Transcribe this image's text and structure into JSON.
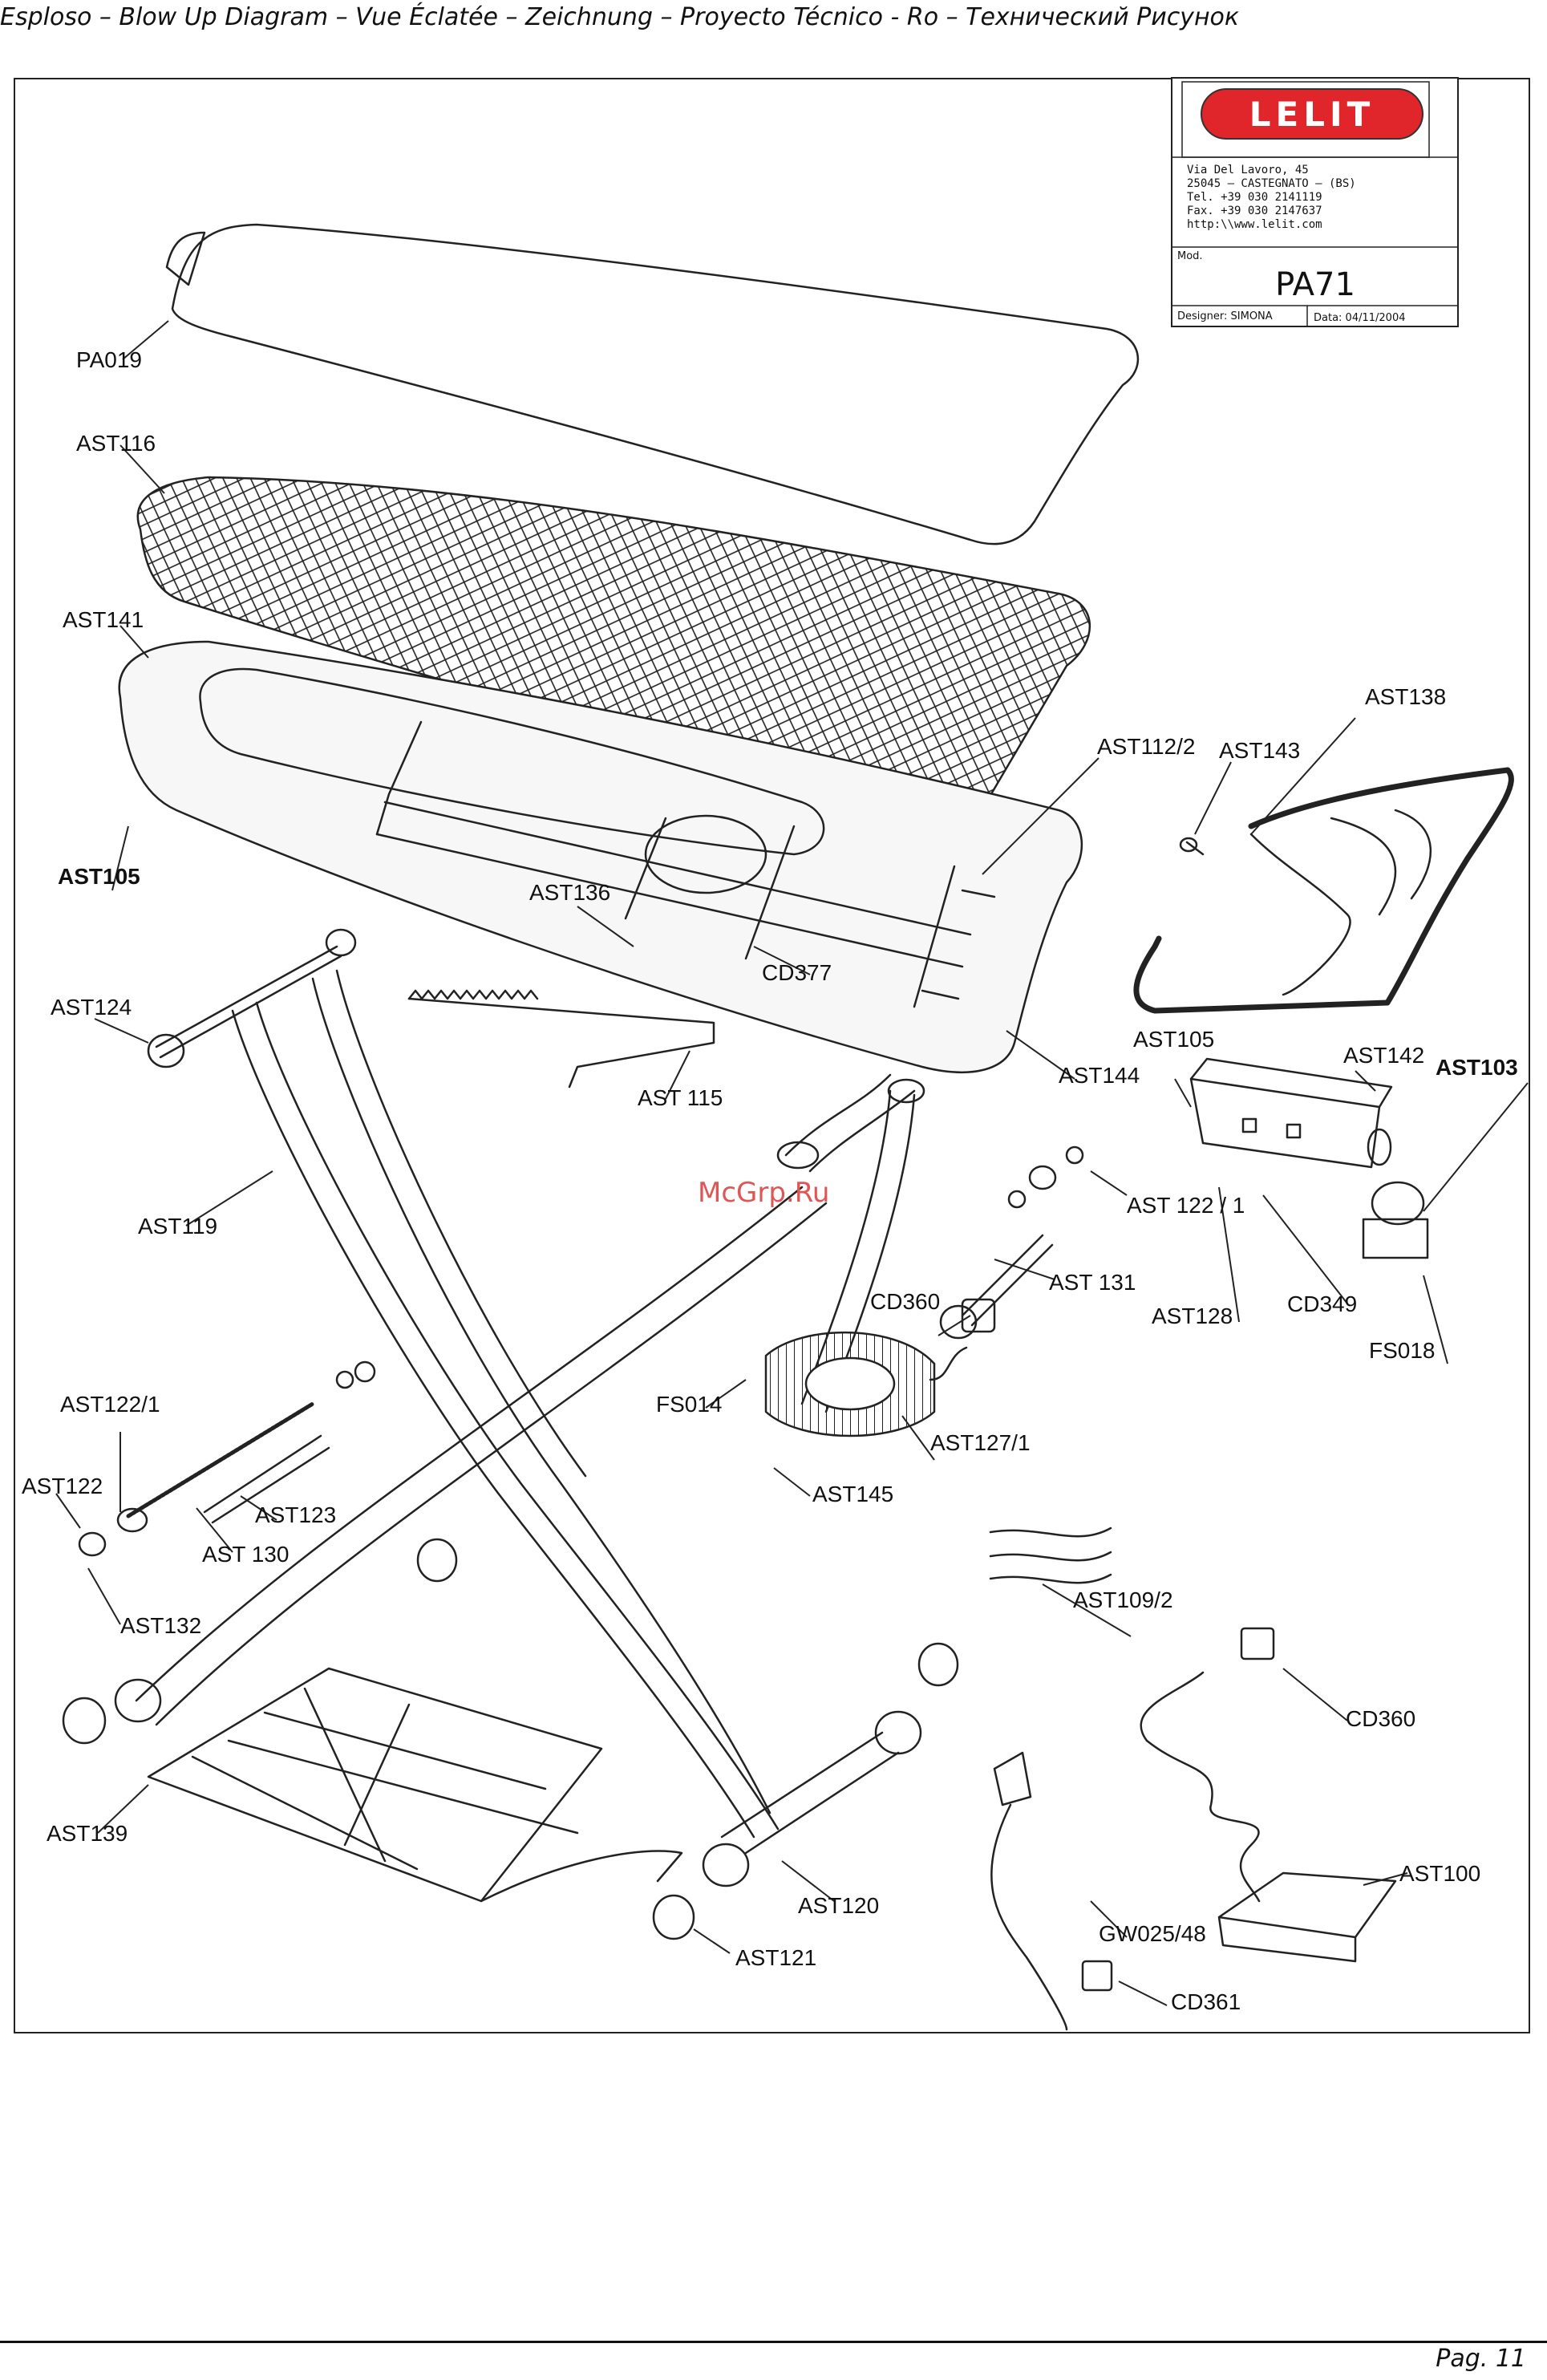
{
  "header": {
    "title": "Esploso – Blow Up Diagram – Vue Éclatée – Zeichnung – Proyecto Técnico - Ro – Технический Рисунок"
  },
  "title_block": {
    "brand": "LELIT",
    "address_lines": [
      "Via Del Lavoro,  45",
      "25045 – CASTEGNATO – (BS)",
      "Tel. +39 030 2141119",
      "Fax. +39 030 2147637",
      "http:\\\\www.lelit.com"
    ],
    "mod_label": "Mod.",
    "model": "PA71",
    "designer": "Designer: SIMONA",
    "date": "Data: 04/11/2004"
  },
  "watermark": "McGrp.Ru",
  "callouts": {
    "pa019": "PA019",
    "ast116": "AST116",
    "ast141": "AST141",
    "ast105_left": "AST105",
    "ast124": "AST124",
    "ast115": "AST 115",
    "ast119": "AST119",
    "ast136": "AST136",
    "cd377": "CD377",
    "ast112_2": "AST112/2",
    "ast143": "AST143",
    "ast138": "AST138",
    "ast144": "AST144",
    "ast105_right": "AST105",
    "ast142": "AST142",
    "ast103": "AST103",
    "ast122_1_right": "AST 122 / 1",
    "ast131": "AST 131",
    "ast128": "AST128",
    "cd349": "CD349",
    "fs018": "FS018",
    "cd360_top": "CD360",
    "fs014": "FS014",
    "ast127_1": "AST127/1",
    "ast145": "AST145",
    "ast122_1_left": "AST122/1",
    "ast122": "AST122",
    "ast130": "AST 130",
    "ast123": "AST123",
    "ast132": "AST132",
    "ast109_2": "AST109/2",
    "cd360_bottom": "CD360",
    "ast139": "AST139",
    "ast120": "AST120",
    "ast121": "AST121",
    "gw025_48": "GW025/48",
    "ast100": "AST100",
    "cd361": "CD361"
  },
  "footer": {
    "page": "Pag. 11"
  },
  "colors": {
    "line": "#222222",
    "brand_red": "#e0262b",
    "watermark": "#e05555"
  }
}
